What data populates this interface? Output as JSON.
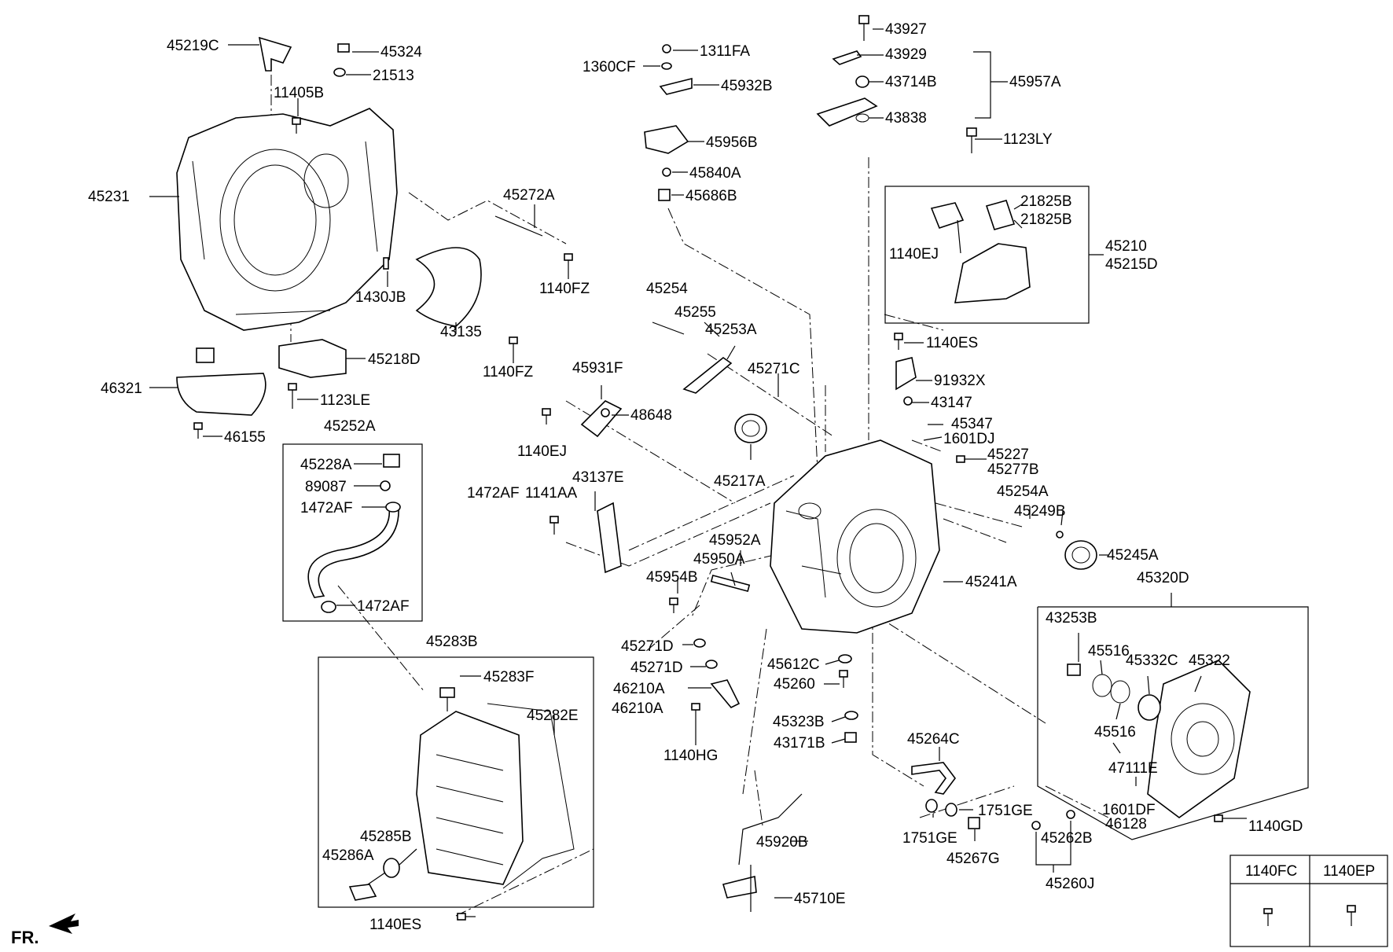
{
  "diagram": {
    "fr_label": "FR.",
    "legend": {
      "col1": "1140FC",
      "col2": "1140EP"
    },
    "labels": [
      {
        "id": "45219C",
        "t": "45219C"
      },
      {
        "id": "45324",
        "t": "45324"
      },
      {
        "id": "21513",
        "t": "21513"
      },
      {
        "id": "11405B",
        "t": "11405B"
      },
      {
        "id": "45231",
        "t": "45231"
      },
      {
        "id": "45272A",
        "t": "45272A"
      },
      {
        "id": "1430JB",
        "t": "1430JB"
      },
      {
        "id": "1140FZa",
        "t": "1140FZ"
      },
      {
        "id": "43135",
        "t": "43135"
      },
      {
        "id": "1140FZb",
        "t": "1140FZ"
      },
      {
        "id": "45218D",
        "t": "45218D"
      },
      {
        "id": "46321",
        "t": "46321"
      },
      {
        "id": "1123LE",
        "t": "1123LE"
      },
      {
        "id": "46155",
        "t": "46155"
      },
      {
        "id": "45252A",
        "t": "45252A"
      },
      {
        "id": "45228A",
        "t": "45228A"
      },
      {
        "id": "89087",
        "t": "89087"
      },
      {
        "id": "1472AFa",
        "t": "1472AF"
      },
      {
        "id": "1472AFb",
        "t": "1472AF"
      },
      {
        "id": "45283B",
        "t": "45283B"
      },
      {
        "id": "45283F",
        "t": "45283F"
      },
      {
        "id": "45282E",
        "t": "45282E"
      },
      {
        "id": "45285B",
        "t": "45285B"
      },
      {
        "id": "45286A",
        "t": "45286A"
      },
      {
        "id": "1140ESb",
        "t": "1140ES"
      },
      {
        "id": "1311FA",
        "t": "1311FA"
      },
      {
        "id": "1360CF",
        "t": "1360CF"
      },
      {
        "id": "45932B",
        "t": "45932B"
      },
      {
        "id": "45956B",
        "t": "45956B"
      },
      {
        "id": "45840A",
        "t": "45840A"
      },
      {
        "id": "45686B",
        "t": "45686B"
      },
      {
        "id": "45254",
        "t": "45254"
      },
      {
        "id": "45255",
        "t": "45255"
      },
      {
        "id": "45253A",
        "t": "45253A"
      },
      {
        "id": "45931F",
        "t": "45931F"
      },
      {
        "id": "48648",
        "t": "48648"
      },
      {
        "id": "1140EJb",
        "t": "1140EJ"
      },
      {
        "id": "45271C",
        "t": "45271C"
      },
      {
        "id": "45217A",
        "t": "45217A"
      },
      {
        "id": "1472AFc",
        "t": "1472AF"
      },
      {
        "id": "1141AA",
        "t": "1141AA"
      },
      {
        "id": "43137E",
        "t": "43137E"
      },
      {
        "id": "45952A",
        "t": "45952A"
      },
      {
        "id": "45950A",
        "t": "45950A"
      },
      {
        "id": "45954B",
        "t": "45954B"
      },
      {
        "id": "45271Da",
        "t": "45271D"
      },
      {
        "id": "45271Db",
        "t": "45271D"
      },
      {
        "id": "46210Aa",
        "t": "46210A"
      },
      {
        "id": "46210Ab",
        "t": "46210A"
      },
      {
        "id": "1140HG",
        "t": "1140HG"
      },
      {
        "id": "45920B",
        "t": "45920B"
      },
      {
        "id": "45710E",
        "t": "45710E"
      },
      {
        "id": "45612C",
        "t": "45612C"
      },
      {
        "id": "45260",
        "t": "45260"
      },
      {
        "id": "45323B",
        "t": "45323B"
      },
      {
        "id": "43171B",
        "t": "43171B"
      },
      {
        "id": "43927",
        "t": "43927"
      },
      {
        "id": "43929",
        "t": "43929"
      },
      {
        "id": "43714B",
        "t": "43714B"
      },
      {
        "id": "43838",
        "t": "43838"
      },
      {
        "id": "45957A",
        "t": "45957A"
      },
      {
        "id": "1123LY",
        "t": "1123LY"
      },
      {
        "id": "21825Ba",
        "t": "21825B"
      },
      {
        "id": "21825Bb",
        "t": "21825B"
      },
      {
        "id": "1140EJa",
        "t": "1140EJ"
      },
      {
        "id": "45210",
        "t": "45210"
      },
      {
        "id": "45215D",
        "t": "45215D"
      },
      {
        "id": "1140ESa",
        "t": "1140ES"
      },
      {
        "id": "91932X",
        "t": "91932X"
      },
      {
        "id": "43147",
        "t": "43147"
      },
      {
        "id": "45347",
        "t": "45347"
      },
      {
        "id": "1601DJ",
        "t": "1601DJ"
      },
      {
        "id": "45227",
        "t": "45227"
      },
      {
        "id": "45277B",
        "t": "45277B"
      },
      {
        "id": "45254A",
        "t": "45254A"
      },
      {
        "id": "45249B",
        "t": "45249B"
      },
      {
        "id": "45245A",
        "t": "45245A"
      },
      {
        "id": "45241A",
        "t": "45241A"
      },
      {
        "id": "45320D",
        "t": "45320D"
      },
      {
        "id": "43253B",
        "t": "43253B"
      },
      {
        "id": "45516a",
        "t": "45516"
      },
      {
        "id": "45332C",
        "t": "45332C"
      },
      {
        "id": "45322",
        "t": "45322"
      },
      {
        "id": "45516b",
        "t": "45516"
      },
      {
        "id": "47111E",
        "t": "47111E"
      },
      {
        "id": "1601DF",
        "t": "1601DF"
      },
      {
        "id": "46128",
        "t": "46128"
      },
      {
        "id": "1140GD",
        "t": "1140GD"
      },
      {
        "id": "45264C",
        "t": "45264C"
      },
      {
        "id": "1751GEa",
        "t": "1751GE"
      },
      {
        "id": "1751GEb",
        "t": "1751GE"
      },
      {
        "id": "45267G",
        "t": "45267G"
      },
      {
        "id": "45262B",
        "t": "45262B"
      },
      {
        "id": "45260J",
        "t": "45260J"
      }
    ]
  }
}
